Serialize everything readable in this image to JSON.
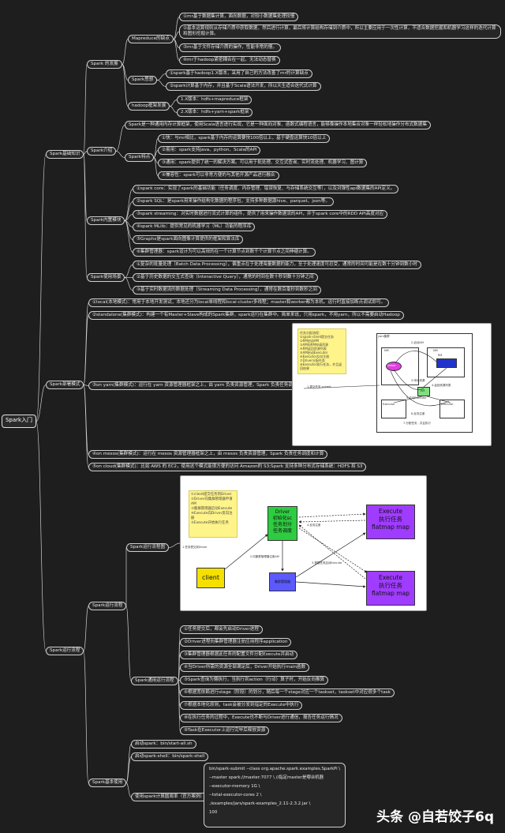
{
  "root": "Spark入门",
  "branches": {
    "basics": "Spark基础知识",
    "deploy": "Spark部署模式",
    "flow": "Spark运行流程"
  },
  "basics": {
    "history": {
      "label": "Spark 的发展",
      "mapreduce": {
        "label": "Mapreduce的缺点",
        "items": [
          "①mr基于数据集计算，面向数据，对较小数据集处理较慢",
          "②基本运算规则从存储介质中获取数据，然后进行计算，最后将计算结构存储到介质中，所以主要应用于一次性计算，不适合数据挖掘和机器学习这样的迭代计算和图形挖掘计算。",
          "③mr基于文件存储介质的操作，性能非常的慢。",
          "④mr于hadoop紧密耦合在一起，无法动态替换"
        ]
      },
      "thought": {
        "label": "Spark思想",
        "items": [
          "①spark基于hadoop1.X版本，采用了自己的方法改善了mr的计算缺点",
          "②spark计算基于内存，并且基于Scala语法开发，所以天生适合迭代式计算"
        ]
      },
      "hadoop": {
        "label": "hadoop框架发展",
        "items": [
          "1.X版本：hdfs+mapreduce框架",
          "2.X版本：hdfs+yarn+spark框架"
        ]
      }
    },
    "intro": {
      "label": "Spark介绍",
      "desc": "Spark是一种通用内存计算框架，使用Scala语言进行实现，它是一种面向对象、函数式编程语言，能够像操作本地集合对象一样轻松地操作分布式数据集",
      "features": {
        "label": "Spark特点",
        "items": [
          "①快：与mr相比，spark基于内存的运算要快100倍以上，基于硬盘运算快10倍以上",
          "②易用：spark支持Java、python、Scala的API",
          "③通用：spark提供了统一的解决方案。可以用于批处理、交互式查询、实时流处理、机器学习、图计算",
          "④兼容性：spark可以非常方便的与其他开源产品进行融合"
        ]
      }
    },
    "modules": {
      "label": "Spark内置模块",
      "items": [
        "①spark core：实现了spark的基础功能（任务调度、内存管理、错误恢复、与存储系统交互等），以及对弹性api数据集的API定义。",
        "②spark SQL：是spark用来操作结构化数据的程序包，支持多种数据源hive、parquet、json等。",
        "③spark streaming：对实时数据进行流式计算的组件，提供了用来操作数据流的API，并于spark core中的RDD API高度对应",
        "④spark MLlib：提供常见的机器学习（ML）功能的程序库",
        "⑤Graphx是spark面向图像计算提供的框架和算法库",
        "⑥集群管理器：spark设计为可以高效的在一个计算节点到数千个计算节点之间伸缩计算。"
      ]
    },
    "scenarios": {
      "label": "Spark使用场景",
      "items": [
        "①复杂的批量处理（Batch Data Processing），偏重点在于处理海量数据的能力，至于处理速度可忍受，通常的时间可能是在数十分钟到数小时",
        "②基于历史数据的交互式查询（Interactive Query），通常的时间在数十秒到数十分钟之间",
        "③基于实时数据流的数据处理（Streaming Data Processing），通常在数百毫秒到数秒之间"
      ]
    }
  },
  "deploy": {
    "local": "①local(本地模式)：常用于本地开发测试，本地还分为local单线程和local-cluster多线程；master和worker都为本机。运行时直接加断点调试即可。",
    "standalone": "②standalone(集群模式)：构建一个有Master+Slave构成的Spark集群，spark运行在集群中。简单来说，只用spark，不用yarn，所以不需要启动Hadoop",
    "yarn": "③on yarn(集群模式)：运行在 yarn 资源管理器框架之上，由 yarn 负责资源管理，Spark 负责任务调度和计算",
    "mesos": "④on mesos(集群模式)：运行在 mesos 资源管理器框架之上，由 mesos 负责资源管理，Spark 负责任务调度和计算",
    "cloud": "⑤on cloud(集群模式)：比如 AWS 的 EC2，使用这个模式能很方便的访问 Amazon的 S3;Spark 支持多种分布式存储系统：HDFS 和 S3",
    "yarn_diagram": {
      "sticky": [
        "任务分配流程：",
        "①spark-client提交任务",
        "②RM启动AM",
        "③AM向RM申请资源",
        "④RM返回资源列表",
        "⑤AM启动Executor",
        "⑥Executor反向注册",
        "⑦Driver分配任务",
        "⑧Executor执行任务，并且返回结果"
      ],
      "yarn_label": "yarn集群",
      "rm": "RM",
      "nm": "NM",
      "am": "AM",
      "driver": "Driver",
      "executor": "Executor",
      "submit": "1.提交任务 submit",
      "l2": "2.启动AM",
      "l3": "3.申请资源",
      "l4": "4.返回资源列表",
      "l5": "5.启动Executor",
      "l6": "6.反向注册",
      "l7": "7.分配任务，并且执行"
    }
  },
  "flow": {
    "diagram": {
      "label": "Spark运行流程图",
      "sticky": [
        "①client提交任务到Driver",
        "②Driver向集群管理器申请AM",
        "③集群管理器启动Execute",
        "④Execute向Driver反向注册",
        "⑤Execute开始执行任务"
      ],
      "client": "client",
      "driver": "Driver\n初始化sc\n任务划分\n任务调度",
      "manager": "集群管理器",
      "executor1": "Execute\n执行任务\nflatmap map",
      "executor2": "Execute\n执行任务\nflatmap map",
      "e1": "1.任务提交到Driver",
      "e2": "2.向集群管理器注册AM",
      "e3": "3.根据任务启动Execute",
      "e4": "4.反向注册"
    },
    "general": {
      "label": "Spark通用运行流程",
      "items": [
        "①任务提交后，都会先启动Driver进程",
        "②Driver进程向集群管理器注册应用程序application",
        "③集群管理器根据此任务的配置文件分配Execute并启动",
        "④当Driver所需的资源全部满足后，Driver开始执行main函数",
        "⑤Spark查询为懒执行，当执行到action（行动）算子时，开始反向推算",
        "⑥根据宽依赖进行stage（阶段）的划分，随后每一个stage对应一个taskset，taskset中对应很多个task",
        "⑦根据本地化原则，task会被分发到指定的Execute中执行",
        "⑧在执行任务的过程中，Execute也不断与Driver进行通信，报告任务运行情况",
        "⑨Task在Executor上运行完毕后释放资源"
      ]
    },
    "basic": {
      "label": "Spark基本使用",
      "start": "启动spark：bin/start-all.sh",
      "shell": "启动spark-shell：bin/spark-shell",
      "example": "使用spark计算圆周率（官方案例）",
      "code": [
        "bin/spark-submit --class org.apache.spark.examples.SparkPi \\",
        "--master spark://master:7077 \\ //指定master是哪台机器",
        "--executor-memory 1G \\",
        "--total-executor-cores 2 \\",
        "./examples/jars/spark-examples_2.11-2.3.2.jar \\",
        "100"
      ]
    }
  },
  "watermark": "头条 @自若饺子6q",
  "colors": {
    "background": "#1e1e1e",
    "line": "#cfcfcf",
    "driver": "#2ecc40",
    "executor": "#a03cff",
    "client": "#f5e000",
    "manager": "#5a5aff",
    "sticky": "#fff48a"
  }
}
